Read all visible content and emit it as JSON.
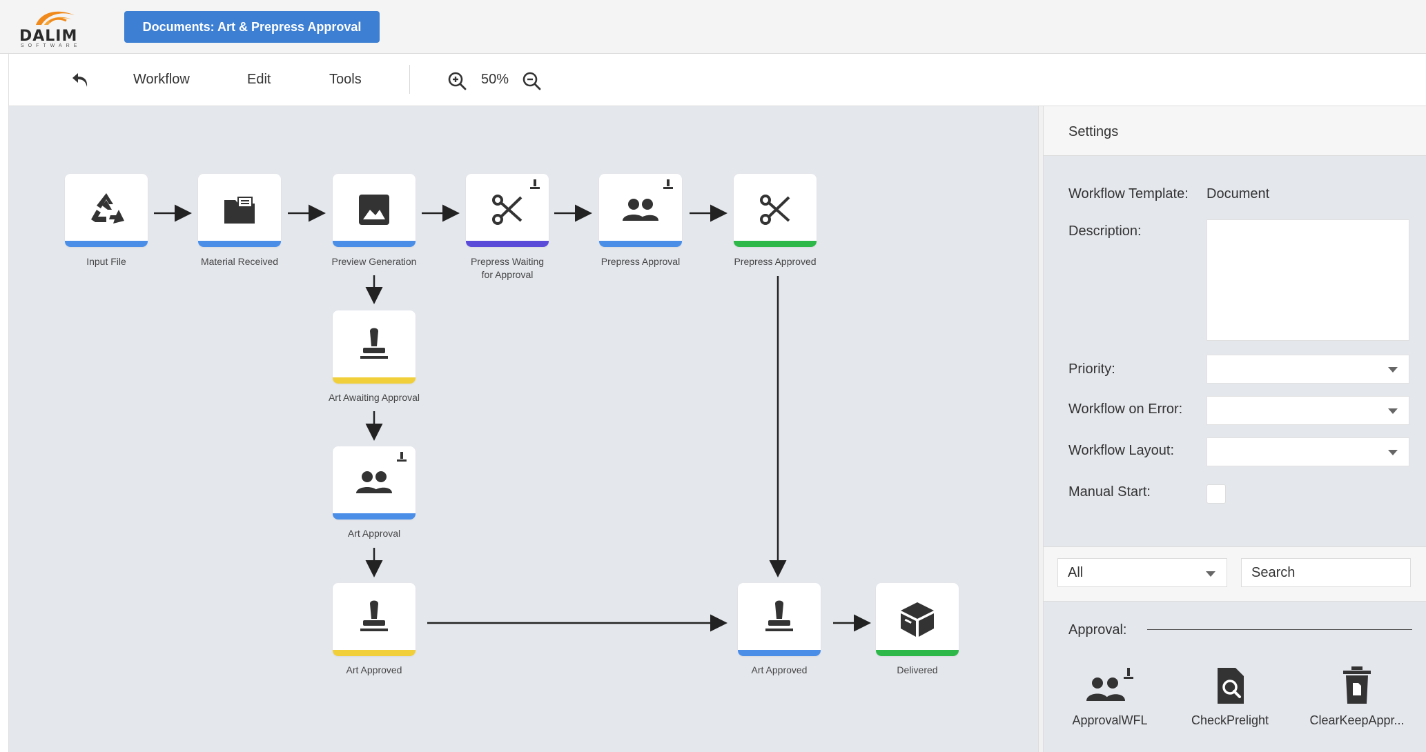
{
  "app": {
    "logo_text": "DALIM",
    "logo_sub": "SOFTWARE",
    "document_title": "Documents: Art & Prepress Approval",
    "brand_color": "#3d7fd3"
  },
  "toolbar": {
    "back_icon": "undo-arrow-icon",
    "menus": [
      "Workflow",
      "Edit",
      "Tools"
    ],
    "zoom": "50%"
  },
  "workflow": {
    "nodes": [
      {
        "label": "Input File",
        "icon": "recycle-icon",
        "bar_color": "#4a8ee8"
      },
      {
        "label": "Material Received",
        "icon": "folder-icon",
        "bar_color": "#4a8ee8"
      },
      {
        "label": "Preview Generation",
        "icon": "image-icon",
        "bar_color": "#4a8ee8"
      },
      {
        "label_line1": "Prepress Waiting",
        "label_line2": "for Approval",
        "icon": "scissors-icon",
        "badge": "stamp-badge-icon",
        "bar_color": "#5a4bd8"
      },
      {
        "label": "Prepress Approval",
        "icon": "users-icon",
        "badge": "stamp-badge-icon",
        "bar_color": "#4a8ee8"
      },
      {
        "label": "Prepress Approved",
        "icon": "scissors-icon",
        "bar_color": "#2fb84a"
      },
      {
        "label": "Art Awaiting Approval",
        "icon": "stamp-icon",
        "bar_color": "#f0cf3a"
      },
      {
        "label": "Art Approval",
        "icon": "users-icon",
        "badge": "stamp-badge-icon",
        "bar_color": "#4a8ee8"
      },
      {
        "label": "Art Approved",
        "icon": "stamp-icon",
        "bar_color": "#f0cf3a"
      },
      {
        "label": "Art Approved",
        "icon": "stamp-icon",
        "bar_color": "#4a8ee8"
      },
      {
        "label": "Delivered",
        "icon": "box-icon",
        "bar_color": "#2fb84a"
      }
    ]
  },
  "settings": {
    "title": "Settings",
    "workflow_template_label": "Workflow Template:",
    "workflow_template_value": "Document",
    "description_label": "Description:",
    "priority_label": "Priority:",
    "workflow_on_error_label": "Workflow on Error:",
    "workflow_layout_label": "Workflow Layout:",
    "manual_start_label": "Manual Start:",
    "filter_value": "All",
    "search_placeholder": "Search",
    "approval_label": "Approval:",
    "tools": [
      {
        "label": "ApprovalWFL",
        "icon": "users-stamp-icon"
      },
      {
        "label": "CheckPrelight",
        "icon": "file-search-icon"
      },
      {
        "label": "ClearKeepAppr...",
        "icon": "trash-file-icon"
      }
    ]
  }
}
